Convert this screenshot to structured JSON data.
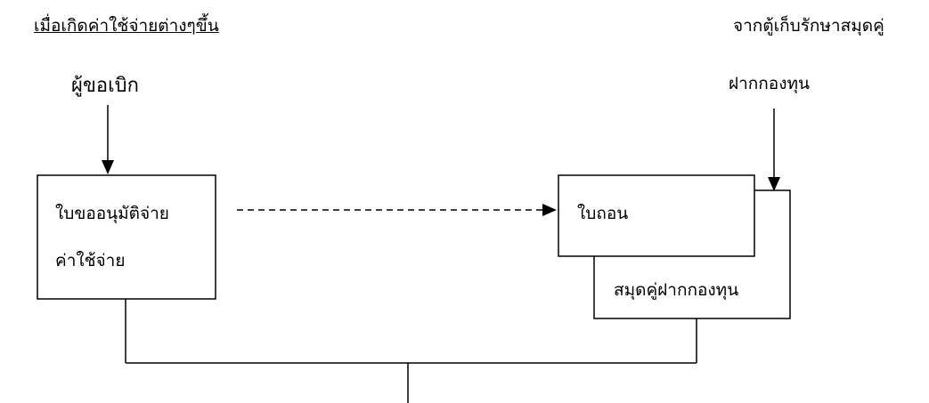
{
  "header": {
    "left_heading": "เมื่อเกิดค่าใช้จ่ายต่างๆขึ้น",
    "right_heading": "จากตู้เก็บรักษาสมุดคู่"
  },
  "nodes": {
    "requester": "ผู้ขอเบิก",
    "deposit_fund": "ฝากกองทุน",
    "approval_form": {
      "line1": "ใบขออนุมัติจ่าย",
      "line2": "ค่าใช้จ่าย"
    },
    "withdrawal_slip": "ใบถอน",
    "deposit_passbook": "สมุดคู่ฝากกองทุน"
  },
  "colors": {
    "stroke": "#000000",
    "background": "#ffffff"
  }
}
